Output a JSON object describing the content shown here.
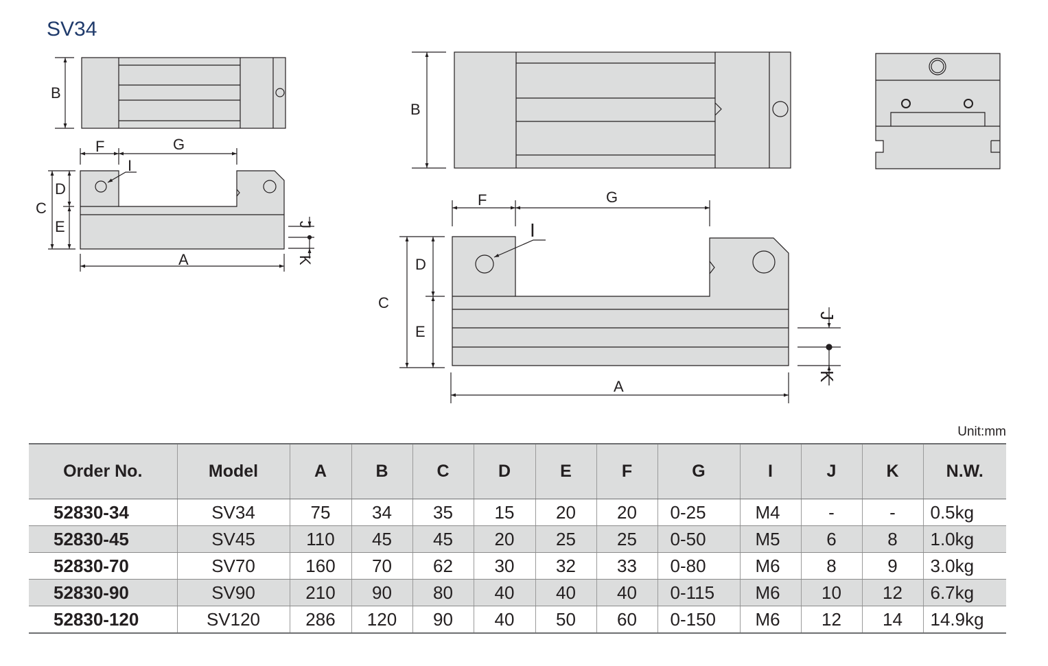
{
  "title": "SV34",
  "unit_label": "Unit:mm",
  "dimension_labels": {
    "a": "A",
    "b": "B",
    "c": "C",
    "d": "D",
    "e": "E",
    "f": "F",
    "g": "G",
    "i": "I",
    "j": "J",
    "k": "K"
  },
  "table": {
    "headers": [
      "Order No.",
      "Model",
      "A",
      "B",
      "C",
      "D",
      "E",
      "F",
      "G",
      "I",
      "J",
      "K",
      "N.W."
    ],
    "rows": [
      [
        "52830-34",
        "SV34",
        "75",
        "34",
        "35",
        "15",
        "20",
        "20",
        "0-25",
        "M4",
        "-",
        "-",
        "0.5kg"
      ],
      [
        "52830-45",
        "SV45",
        "110",
        "45",
        "45",
        "20",
        "25",
        "25",
        "0-50",
        "M5",
        "6",
        "8",
        "1.0kg"
      ],
      [
        "52830-70",
        "SV70",
        "160",
        "70",
        "62",
        "30",
        "32",
        "33",
        "0-80",
        "M6",
        "8",
        "9",
        "3.0kg"
      ],
      [
        "52830-90",
        "SV90",
        "210",
        "90",
        "80",
        "40",
        "40",
        "40",
        "0-115",
        "M6",
        "10",
        "12",
        "6.7kg"
      ],
      [
        "52830-120",
        "SV120",
        "286",
        "120",
        "90",
        "40",
        "50",
        "60",
        "0-150",
        "M6",
        "12",
        "14",
        "14.9kg"
      ]
    ]
  }
}
